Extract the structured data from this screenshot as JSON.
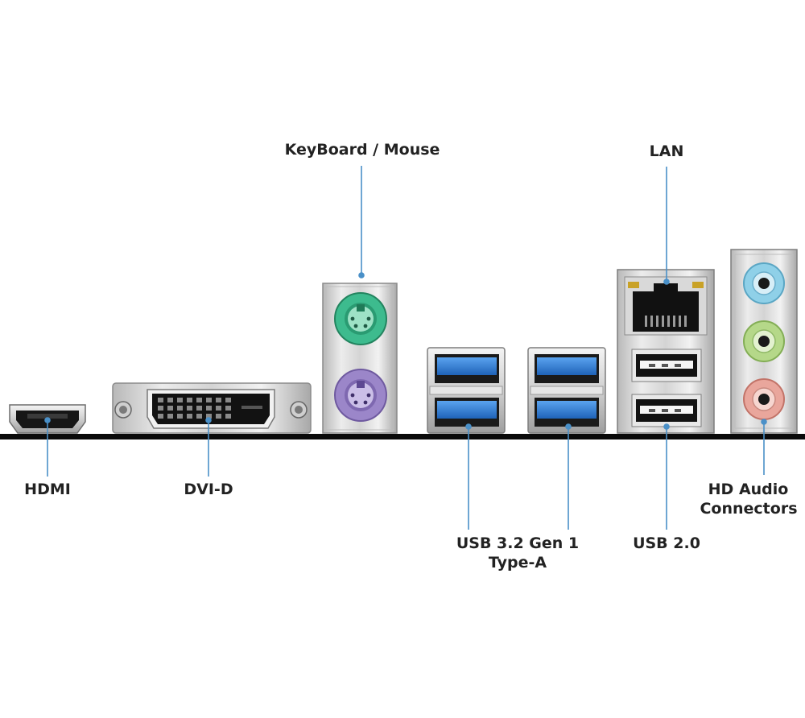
{
  "labels": {
    "keyboard_mouse": "KeyBoard / Mouse",
    "lan": "LAN",
    "hdmi": "HDMI",
    "dvi": "DVI-D",
    "usb32_line1": "USB 3.2 Gen 1",
    "usb32_line2": "Type-A",
    "usb20": "USB 2.0",
    "audio_line1": "HD Audio",
    "audio_line2": "Connectors"
  },
  "colors": {
    "leader_line": "#4a90c8",
    "baseline": "#0a0a0a",
    "ps2_keyboard": "#3dbb8e",
    "ps2_mouse": "#9b86c9",
    "usb3_blue": "#2f7fd6",
    "audio_line_in": "#8fd0e8",
    "audio_line_out": "#b5d889",
    "audio_mic": "#e9a69c"
  }
}
